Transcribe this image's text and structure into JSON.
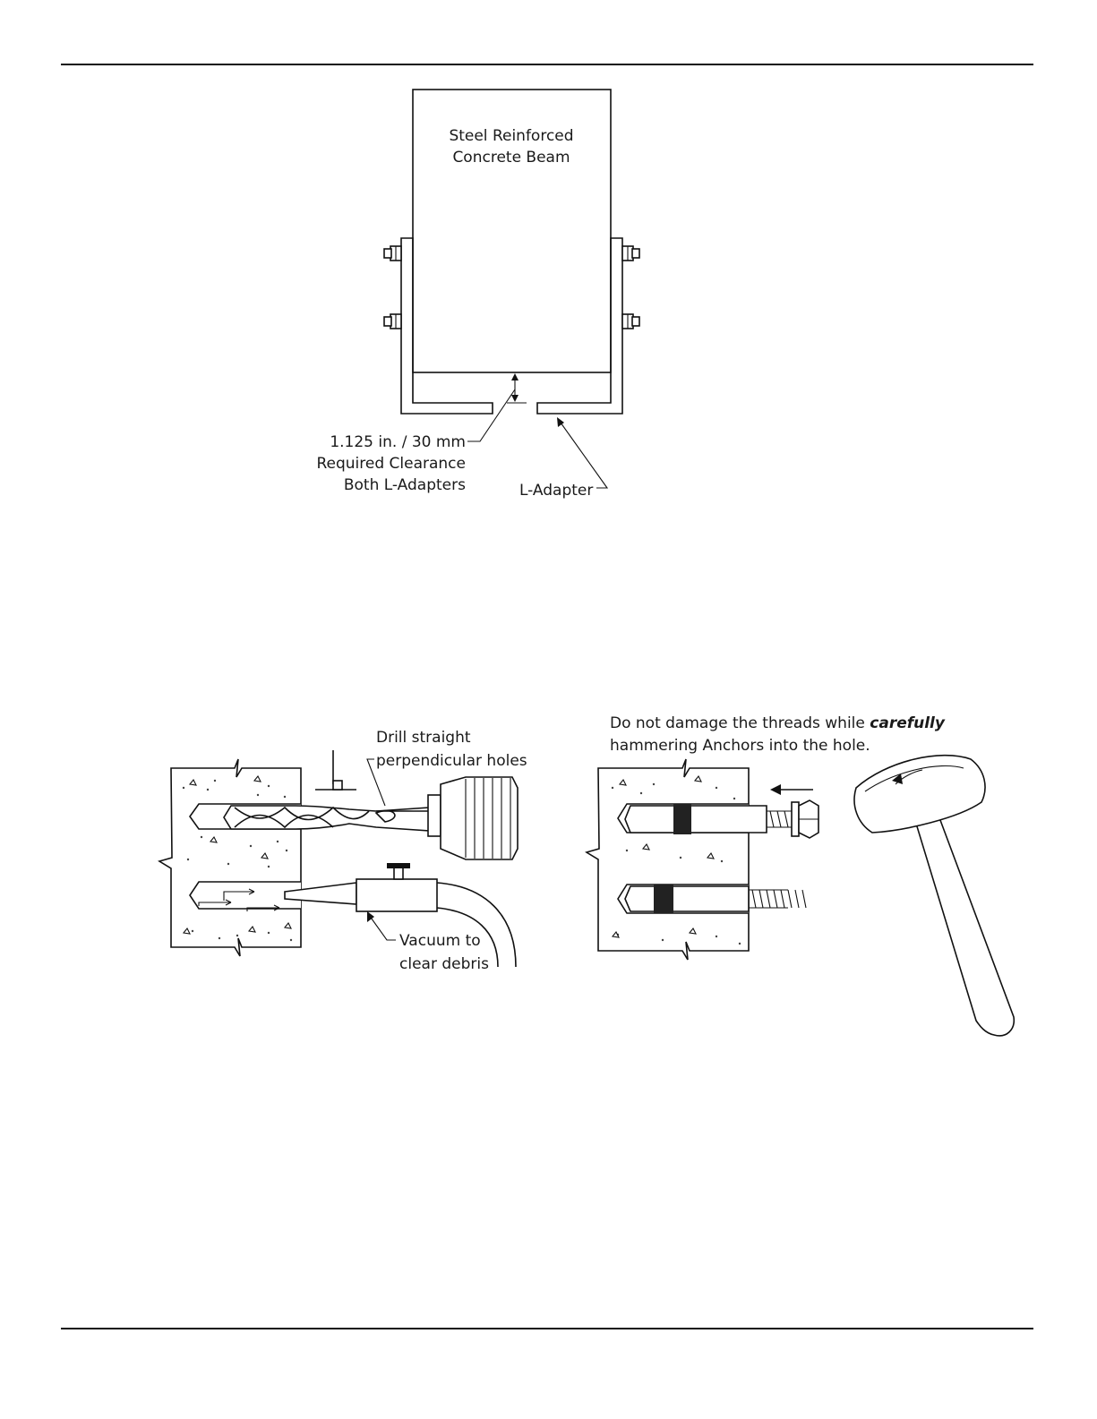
{
  "beam_figure": {
    "beam_label_line1": "Steel Reinforced",
    "beam_label_line2": "Concrete Beam",
    "clearance_line1": "1.125 in. / 30 mm",
    "clearance_line2": "Required Clearance",
    "clearance_line3": "Both L-Adapters",
    "adapter_label": "L-Adapter"
  },
  "drill_figure": {
    "drill_line1": "Drill straight",
    "drill_line2": "perpendicular holes",
    "vacuum_line1": "Vacuum  to",
    "vacuum_line2": "clear debris"
  },
  "anchor_figure": {
    "caption_part1": "Do not damage the threads while ",
    "caption_emphasis": "carefully",
    "caption_line2": "hammering Anchors into the hole."
  }
}
